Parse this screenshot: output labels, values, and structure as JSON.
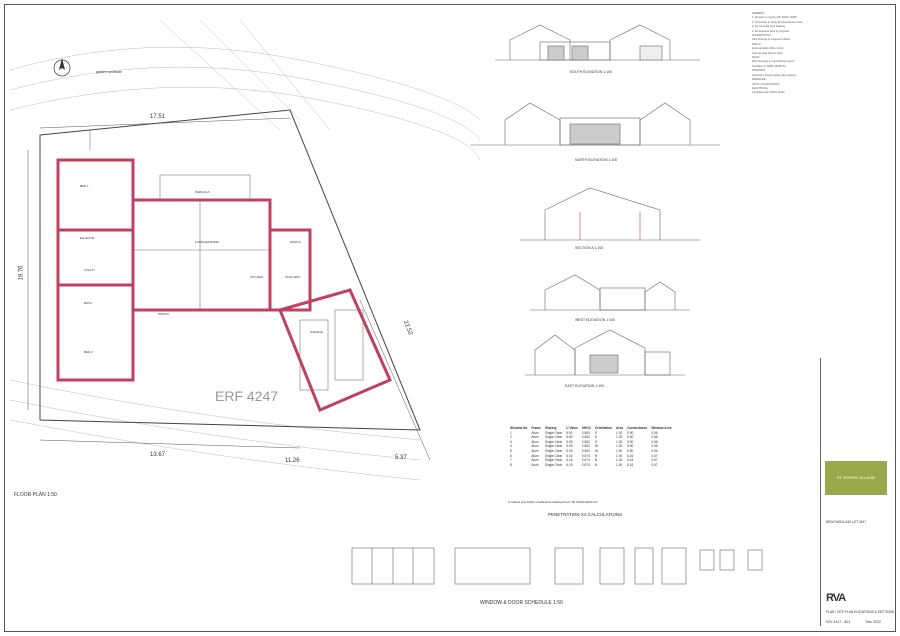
{
  "plan": {
    "title": "FLOOR PLAN 1:50",
    "erf": "ERF 4247",
    "north_label": "garden servitude",
    "dims": {
      "top": "17.51",
      "left": "19.76",
      "right": "22.52",
      "bottom1": "13.67",
      "bottom2": "11.26",
      "bottom3": "5.37"
    },
    "rooms": [
      "BED 1",
      "EN-SUITE",
      "UTILITY",
      "BATH",
      "BED 2",
      "LOUNGE/DINING",
      "KITCHEN",
      "PORCH",
      "PORCH",
      "SCULLERY",
      "PERGOLA",
      "GARAGE"
    ]
  },
  "elevations": {
    "south": "SOUTH ELEVATION 1:100",
    "north": "NORTH ELEVATION 1:100",
    "section": "SECTION A 1:100",
    "west": "WEST ELEVATION 1:100",
    "east": "EAST ELEVATION 1:100"
  },
  "schedule": {
    "title": "WINDOW & DOOR SCHEDULE 1:50"
  },
  "penetration": {
    "title": "PENETRATION XA CALCULATIONS",
    "headers": [
      "Window No",
      "Frame",
      "Glazing",
      "U Value",
      "SHGC",
      "Orientation",
      "Area",
      "Conductance",
      "Window Area"
    ],
    "rows": [
      [
        "1",
        "Alum",
        "Single Clear",
        "5.90",
        "0.563",
        "E",
        "1.00",
        "5.90",
        "0.56"
      ],
      [
        "2",
        "Alum",
        "Single Clear",
        "5.90",
        "0.563",
        "E",
        "1.00",
        "5.90",
        "0.56"
      ],
      [
        "3",
        "Alum",
        "Single Clear",
        "5.90",
        "0.563",
        "S",
        "1.00",
        "5.90",
        "0.56"
      ],
      [
        "4",
        "Alum",
        "Single Clear",
        "5.90",
        "0.563",
        "W",
        "1.00",
        "5.90",
        "0.56"
      ],
      [
        "5",
        "Alum",
        "Single Clear",
        "5.90",
        "0.563",
        "W",
        "1.00",
        "5.90",
        "0.56"
      ],
      [
        "6",
        "Alum",
        "Single Clear",
        "6.16",
        "0.674",
        "N",
        "1.00",
        "6.16",
        "0.67"
      ],
      [
        "7",
        "Alum",
        "Single Clear",
        "6.16",
        "0.674",
        "N",
        "1.00",
        "6.16",
        "0.67"
      ],
      [
        "8",
        "Alum",
        "Single Clear",
        "6.16",
        "0.674",
        "N",
        "1.00",
        "6.16",
        "0.67"
      ]
    ],
    "note": "U-Values and SHGC coefficients obtained from TR SANS10400 XA"
  },
  "titleblock": {
    "project": "NEW DWELLING LOT 4247",
    "client": "ST JOHN'S VILLAGE",
    "drawing": "PLAN / SITE PLAN ELEVATIONS & SECTIONS",
    "rva": "RVA",
    "number": "SJV 4247 - A01",
    "date": "Dec 2022"
  },
  "notes": [
    "GENERAL",
    "1. All work to comply with SANS 10400",
    "2. Contractor to verify all dimensions on site",
    "3. Do not scale from drawing",
    "4. All structural work by engineer",
    "FOUNDATIONS",
    "Strip footings to engineer's detail",
    "WALLS",
    "External walls 230mm brick",
    "Internal walls 110mm brick",
    "ROOF",
    "Roof sheeting to manufacturer specs",
    "Insulation to SANS 10400 XA",
    "WINDOWS",
    "Aluminium frames single clear glazing",
    "DRAINAGE",
    "uPVC to SANS 10400 P",
    "ELECTRICAL",
    "Compliant with SANS 10142"
  ]
}
